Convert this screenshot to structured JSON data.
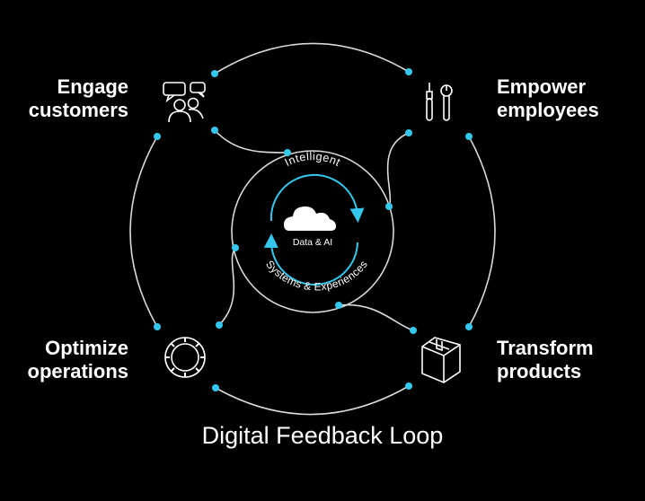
{
  "diagram": {
    "footer_title": "Digital Feedback Loop",
    "quadrants": {
      "engage": {
        "line1": "Engage",
        "line2": "customers",
        "icon": "people-chat-icon"
      },
      "empower": {
        "line1": "Empower",
        "line2": "employees",
        "icon": "tools-icon"
      },
      "optimize": {
        "line1": "Optimize",
        "line2": "operations",
        "icon": "gear-icon"
      },
      "transform": {
        "line1": "Transform",
        "line2": "products",
        "icon": "box-icon"
      }
    },
    "center": {
      "arc_top": "Intelligent",
      "arc_bottom": "Systems & Experiences",
      "cloud_label": "Data & AI",
      "icon": "cloud-icon"
    },
    "colors": {
      "background": "#000000",
      "line": "#d9d9d9",
      "accent": "#35c8ee",
      "text": "#ffffff"
    }
  }
}
